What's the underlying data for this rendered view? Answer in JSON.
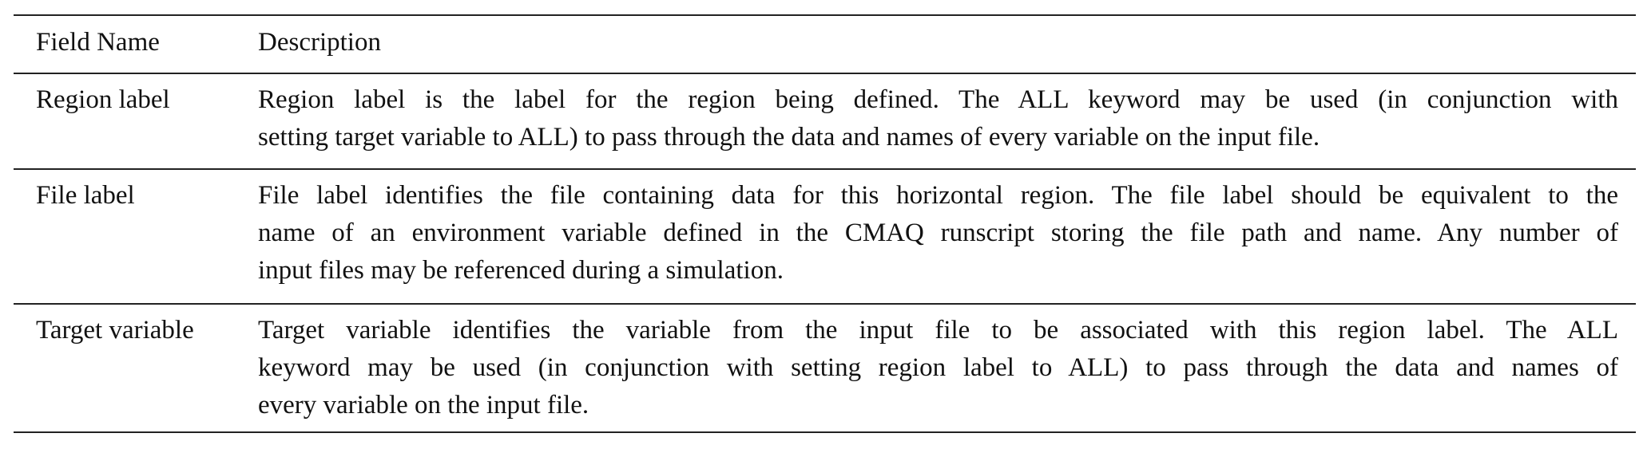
{
  "table": {
    "headers": {
      "field_name": "Field Name",
      "description": "Description"
    },
    "rows": [
      {
        "field_name": "Region label",
        "description_lines": [
          "Region label is the label for the region being defined. The ALL keyword may be used (in conjunction with",
          "setting target variable to ALL) to pass through the data and names of every variable on the input file."
        ]
      },
      {
        "field_name": "File label",
        "description_lines": [
          "File label identifies the file containing data for this horizontal region. The file label should be equivalent to the",
          "name of an environment variable defined in the CMAQ runscript storing the file path and name. Any number of",
          "input files may be referenced during a simulation."
        ]
      },
      {
        "field_name": "Target variable",
        "description_lines": [
          "Target variable identifies the variable from the input file to be associated with this region label. The ALL",
          "keyword may be used (in conjunction with setting region label to ALL) to pass through the data and names of",
          "every variable on the input file."
        ]
      }
    ]
  }
}
